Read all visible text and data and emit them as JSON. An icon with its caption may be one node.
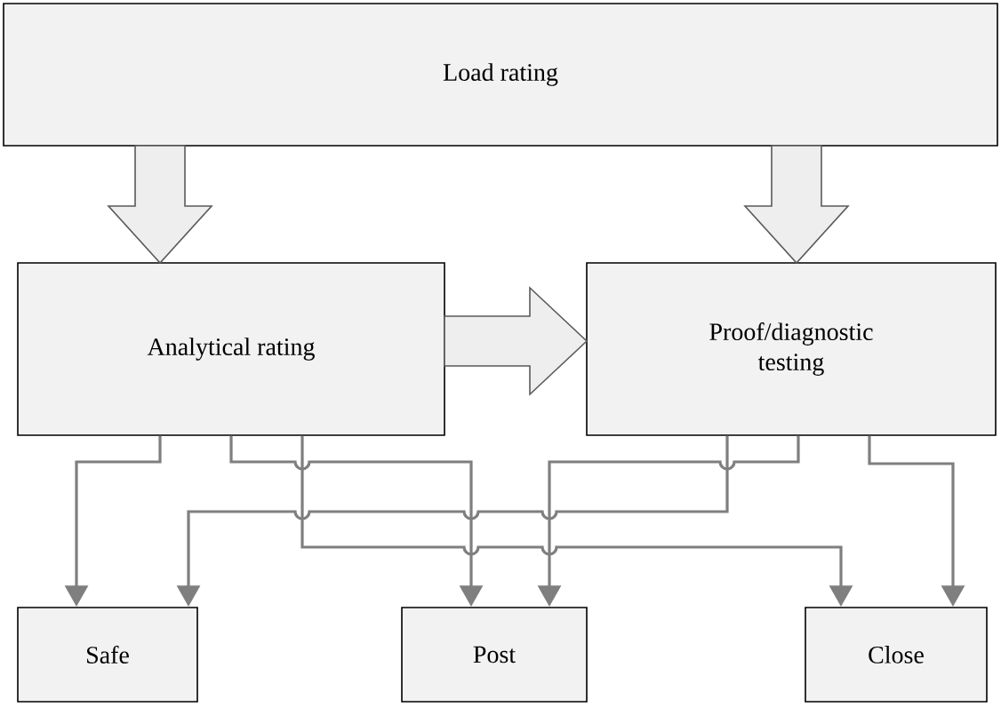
{
  "diagram": {
    "nodes": [
      {
        "text": [
          "Load rating"
        ]
      },
      {
        "text": [
          "Analytical rating"
        ]
      },
      {
        "text": [
          "Proof/diagnostic testing"
        ]
      },
      {
        "text": [
          "Safe"
        ]
      },
      {
        "text": [
          "Post"
        ]
      },
      {
        "text": [
          "Close"
        ]
      }
    ],
    "edges": [
      {
        "from": 0,
        "to": 1,
        "arrow": "to",
        "style": "thick"
      },
      {
        "from": 0,
        "to": 2,
        "arrow": "to",
        "style": "thick"
      },
      {
        "from": 1,
        "to": 2,
        "arrow": "to",
        "style": "thick"
      },
      {
        "from": 1,
        "to": 3,
        "arrow": "to"
      },
      {
        "from": 1,
        "to": 4,
        "arrow": "to"
      },
      {
        "from": 1,
        "to": 5,
        "arrow": "to"
      },
      {
        "from": 2,
        "to": 3,
        "arrow": "to"
      },
      {
        "from": 2,
        "to": 4,
        "arrow": "to"
      },
      {
        "from": 2,
        "to": 5,
        "arrow": "to"
      }
    ]
  }
}
